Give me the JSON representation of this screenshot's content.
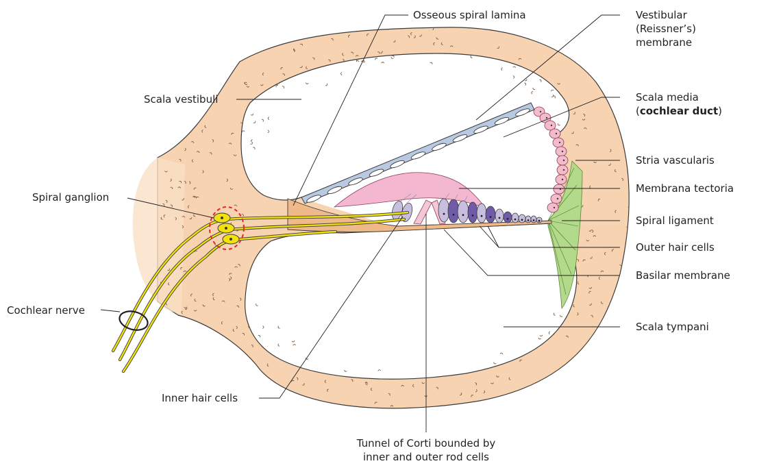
{
  "labels": {
    "osseous_spiral_lamina": "Osseous spiral lamina",
    "vestibular_membrane_1": "Vestibular",
    "vestibular_membrane_2": "(Reissner’s)",
    "vestibular_membrane_3": "membrane",
    "scala_vestibuli": "Scala vestibuli",
    "scala_media_1": "Scala media",
    "scala_media_open": "(",
    "scala_media_bold": "cochlear duct",
    "scala_media_close": ")",
    "stria_vascularis": "Stria vascularis",
    "spiral_ganglion": "Spiral ganglion",
    "membrana_tectoria": "Membrana tectoria",
    "spiral_ligament": "Spiral ligament",
    "outer_hair_cells": "Outer hair cells",
    "basilar_membrane": "Basilar membrane",
    "cochlear_nerve": "Cochlear nerve",
    "scala_tympani": "Scala tympani",
    "inner_hair_cells": "Inner hair cells",
    "tunnel_of_corti_1": "Tunnel of Corti bounded by",
    "tunnel_of_corti_2": "inner and outer rod cells"
  },
  "colors": {
    "bone": "#f7d3b1",
    "bone_outline": "#3a3a3a",
    "reissner": "#b9c9e2",
    "tectoria": "#f3b8cf",
    "stria": "#f4bccb",
    "ligament": "#b3d98a",
    "nerve": "#f1e10d",
    "outer_hair_dark": "#6f5ba8",
    "outer_hair_light": "#c8bfe0",
    "ganglion_ring": "#e4252b"
  }
}
